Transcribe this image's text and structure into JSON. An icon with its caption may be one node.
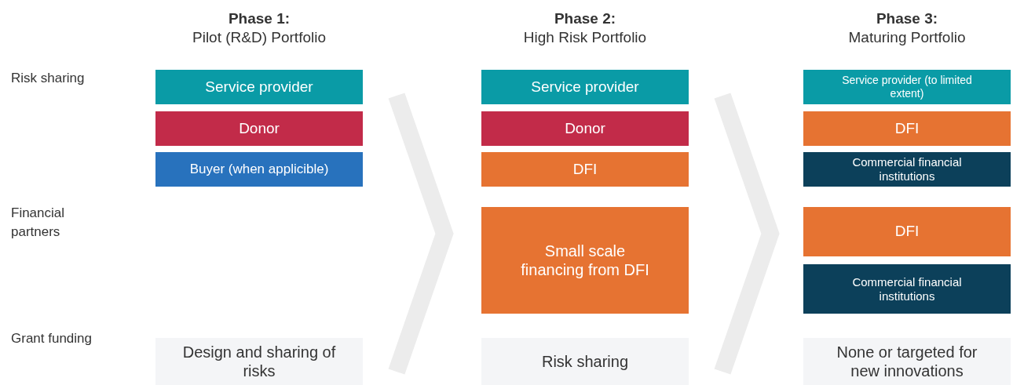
{
  "diagram": {
    "nodes": [
      {
        "text": [
          "Phase 1:",
          "Pilot (R&D) Portfolio"
        ]
      },
      {
        "text": [
          "Service provider"
        ],
        "in": 0
      },
      {
        "text": [
          "Donor"
        ],
        "in": 0
      },
      {
        "text": [
          "Buyer (when applicible)"
        ],
        "in": 0
      },
      {
        "text": [
          "Design and sharing of risks"
        ],
        "in": 0
      },
      {
        "text": [
          "Phase 2:",
          "High Risk Portfolio"
        ]
      },
      {
        "text": [
          "Service provider"
        ],
        "in": 5
      },
      {
        "text": [
          "Donor"
        ],
        "in": 5
      },
      {
        "text": [
          "DFI"
        ],
        "in": 5
      },
      {
        "text": [
          "Small scale financing from DFI"
        ],
        "in": 5
      },
      {
        "text": [
          "Risk sharing"
        ],
        "in": 5
      },
      {
        "text": [
          "Phase 3:",
          "Maturing Portfolio"
        ]
      },
      {
        "text": [
          "Service provider (to limited extent)"
        ],
        "in": 11
      },
      {
        "text": [
          "DFI"
        ],
        "in": 11
      },
      {
        "text": [
          "Commercial financial institutions"
        ],
        "in": 11
      },
      {
        "text": [
          "DFI"
        ],
        "in": 11
      },
      {
        "text": [
          "Commercial financial institutions"
        ],
        "in": 11
      },
      {
        "text": [
          "None or targeted for new innovations"
        ],
        "in": 11
      }
    ],
    "labels": [
      "Risk sharing",
      "Financial partners",
      "Grant funding"
    ]
  }
}
